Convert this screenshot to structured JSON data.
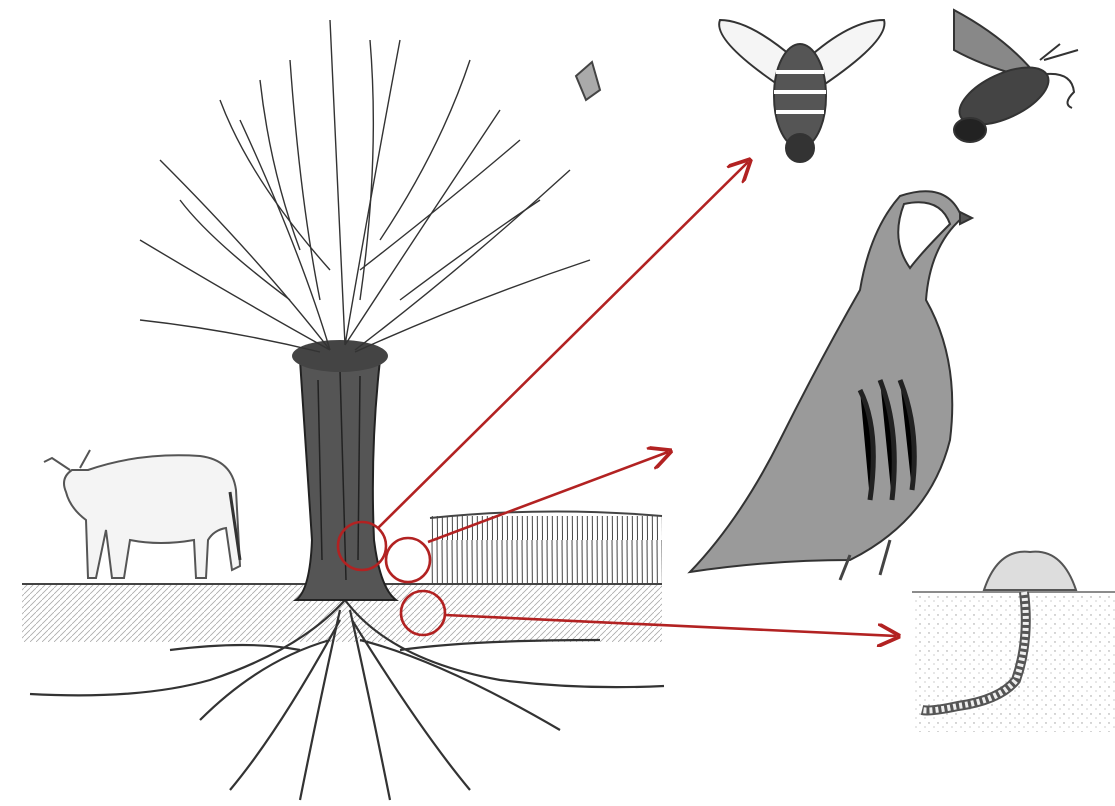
{
  "illustration": {
    "subjects": [
      "pollarded-willow-tree",
      "cow",
      "wheat-field",
      "hoverfly",
      "hummingbird-hawk-moth",
      "small-moth",
      "red-legged-partridge",
      "earthworm"
    ],
    "callouts": [
      {
        "from": "trunk-hollow",
        "to": "flying-insects"
      },
      {
        "from": "tree-base-vegetation",
        "to": "partridge"
      },
      {
        "from": "root-soil",
        "to": "earthworm"
      }
    ]
  },
  "colors": {
    "callout_red": "#b22222",
    "ink": "#333333",
    "grass": "#555555",
    "soil": "#f7f7f7"
  }
}
